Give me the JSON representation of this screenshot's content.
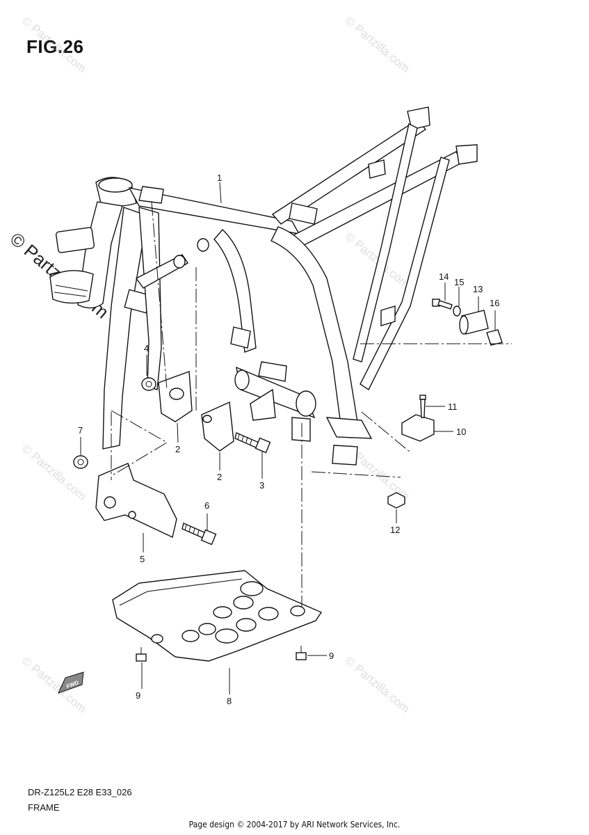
{
  "figure_title": "FIG.26",
  "model_code": "DR-Z125L2 E28 E33_026",
  "caption": "FRAME",
  "footer": "Page design © 2004-2017 by ARI Network Services, Inc.",
  "watermark": "© Partzilla.com",
  "fwd_label": "FWD",
  "callouts": {
    "c1": "1",
    "c2a": "2",
    "c2b": "2",
    "c3": "3",
    "c4": "4",
    "c5": "5",
    "c6": "6",
    "c7": "7",
    "c8": "8",
    "c9a": "9",
    "c9b": "9",
    "c10": "10",
    "c11": "11",
    "c12": "12",
    "c13": "13",
    "c14": "14",
    "c15": "15",
    "c16": "16"
  }
}
